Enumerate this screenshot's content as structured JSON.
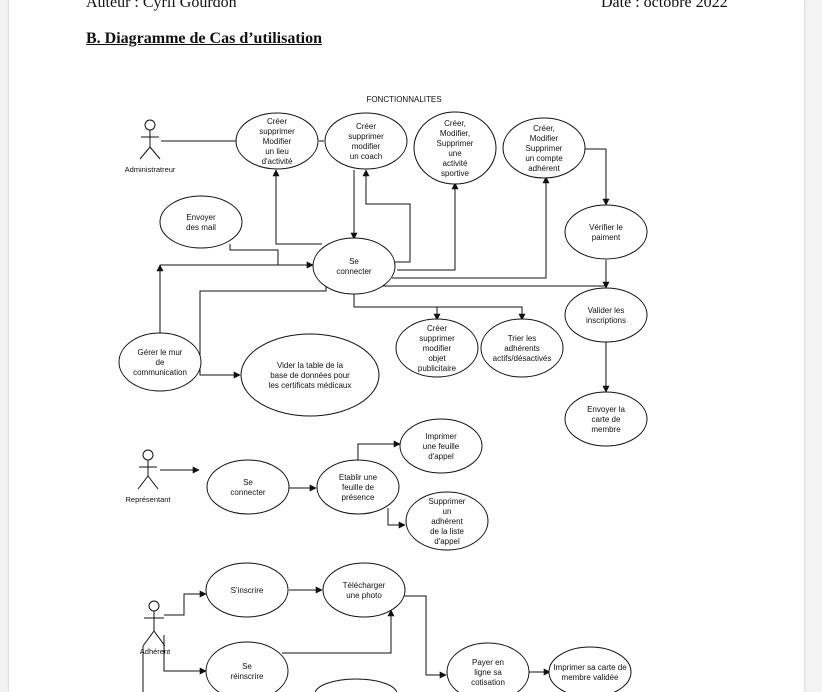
{
  "header": {
    "author": "Auteur : Cyril Gourdon",
    "date": "Date : octobre 2022"
  },
  "section": {
    "title": "B. Diagramme de Cas d’utilisation"
  },
  "diagram": {
    "frame_title": "FONCTIONNALITES",
    "actors": [
      {
        "id": "admin",
        "label": "Administratreur"
      },
      {
        "id": "rep",
        "label": "Représentant"
      },
      {
        "id": "adh",
        "label": "Adhérent"
      }
    ],
    "use_cases": [
      {
        "id": "lieu",
        "lines": [
          "Créer",
          "supprimer",
          "Modifier",
          "un lieu",
          "d'activité"
        ]
      },
      {
        "id": "coach",
        "lines": [
          "Créer",
          "supprimer",
          "modifier",
          "un coach"
        ]
      },
      {
        "id": "activite",
        "lines": [
          "Créer,",
          "Modifier,",
          "Supprimer",
          "une",
          "activité",
          "sportive"
        ]
      },
      {
        "id": "compte",
        "lines": [
          "Créer,",
          "Modifier",
          "Supprimer",
          "un compte",
          "adhérent"
        ]
      },
      {
        "id": "mail",
        "lines": [
          "Envoyer",
          "des mail"
        ]
      },
      {
        "id": "connect1",
        "lines": [
          "Se",
          "connecter"
        ]
      },
      {
        "id": "verif",
        "lines": [
          "Vérifier le",
          "paiment"
        ]
      },
      {
        "id": "valider",
        "lines": [
          "Valider les",
          "inscriptions"
        ]
      },
      {
        "id": "envoyer",
        "lines": [
          "Envoyer la",
          "carte de",
          "membre"
        ]
      },
      {
        "id": "mur",
        "lines": [
          "Gérer le mur",
          "de",
          "communication"
        ]
      },
      {
        "id": "vider",
        "lines": [
          "Vider la table de la",
          "base de données pour",
          "les certificats médicaux"
        ]
      },
      {
        "id": "pub",
        "lines": [
          "Créer",
          "supprimer",
          "modifier",
          "objet",
          "publicitaire"
        ]
      },
      {
        "id": "trier",
        "lines": [
          "Trier les",
          "adhérents",
          "actifs/désactivés"
        ]
      },
      {
        "id": "imprappel",
        "lines": [
          "Imprimer",
          "une feuille",
          "d'appel"
        ]
      },
      {
        "id": "connect2",
        "lines": [
          "Se",
          "connecter"
        ]
      },
      {
        "id": "presence",
        "lines": [
          "Etablir une",
          "feuille de",
          "présence"
        ]
      },
      {
        "id": "supprappel",
        "lines": [
          "Supprimer",
          "un",
          "adhérent",
          "de la liste",
          "d'appel"
        ]
      },
      {
        "id": "inscrire",
        "lines": [
          "S'inscrire"
        ]
      },
      {
        "id": "photo",
        "lines": [
          "Télécharger",
          "une photo"
        ]
      },
      {
        "id": "reinscrire",
        "lines": [
          "Se",
          "réinscrire"
        ]
      },
      {
        "id": "payer",
        "lines": [
          "Payer en",
          "ligne sa",
          "cotisation"
        ]
      },
      {
        "id": "imprcarte",
        "lines": [
          "Imprimer sa carte de",
          "membre validée"
        ]
      },
      {
        "id": "partial",
        "lines": []
      }
    ]
  }
}
